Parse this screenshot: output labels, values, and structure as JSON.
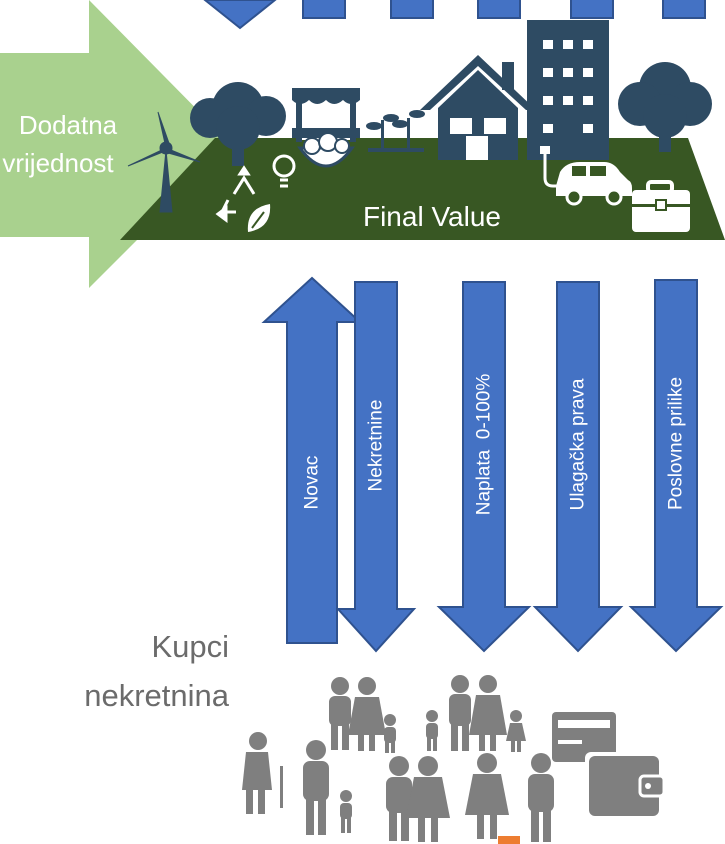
{
  "colors": {
    "arrow_blue": "#4472c4",
    "arrow_outline": "#2f528f",
    "green_arrow": "#a9d18e",
    "ground": "#385723",
    "icon_dark": "#2e4b63",
    "people_gray": "#7f7f7f",
    "accent_orange": "#ed7d31"
  },
  "value_arrow": {
    "line1": "Dodatna",
    "line2": "vrijednost"
  },
  "final_value_label": "Final Value",
  "flow_arrows": [
    {
      "label": "Novac",
      "direction": "up"
    },
    {
      "label": "Nekretnine",
      "direction": "down"
    },
    {
      "label": "Naplata  0-100%",
      "direction": "down"
    },
    {
      "label": "Ulagačka prava",
      "direction": "down"
    },
    {
      "label": "Poslovne prilike",
      "direction": "down"
    }
  ],
  "buyers": {
    "line1": "Kupci",
    "line2": "nekretnina"
  },
  "icons": [
    "wind-turbine-icon",
    "tree-icon",
    "market-stall-icon",
    "fruit-basket-icon",
    "seedlings-icon",
    "house-icon",
    "apartment-building-icon",
    "electric-car-icon",
    "briefcase-icon",
    "recycle-icon",
    "lightbulb-icon",
    "leaf-icon",
    "family-icon",
    "credit-card-icon",
    "wallet-icon"
  ]
}
